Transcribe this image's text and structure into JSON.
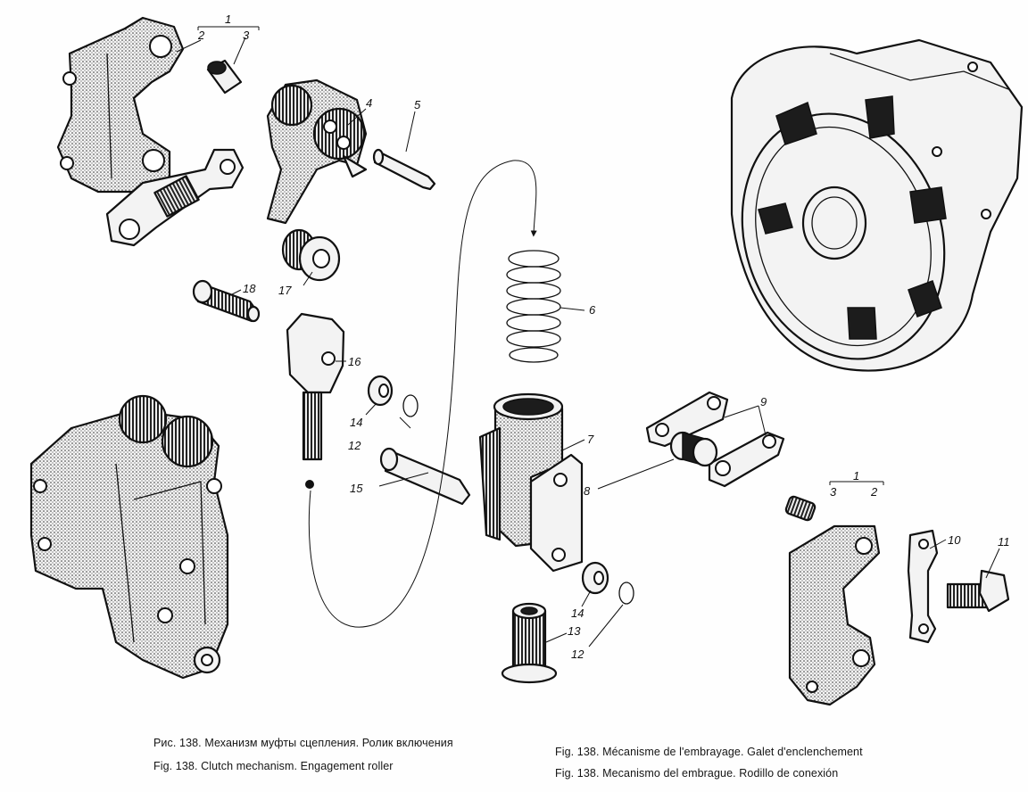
{
  "callouts": [
    {
      "id": "c1a",
      "text": "1"
    },
    {
      "id": "c2a",
      "text": "2"
    },
    {
      "id": "c3a",
      "text": "3"
    },
    {
      "id": "c4",
      "text": "4"
    },
    {
      "id": "c5",
      "text": "5"
    },
    {
      "id": "c6",
      "text": "6"
    },
    {
      "id": "c7",
      "text": "7"
    },
    {
      "id": "c8",
      "text": "8"
    },
    {
      "id": "c9",
      "text": "9"
    },
    {
      "id": "c10",
      "text": "10"
    },
    {
      "id": "c11",
      "text": "11"
    },
    {
      "id": "c12a",
      "text": "12"
    },
    {
      "id": "c12b",
      "text": "12"
    },
    {
      "id": "c13",
      "text": "13"
    },
    {
      "id": "c14a",
      "text": "14"
    },
    {
      "id": "c14b",
      "text": "14"
    },
    {
      "id": "c15",
      "text": "15"
    },
    {
      "id": "c16",
      "text": "16"
    },
    {
      "id": "c17",
      "text": "17"
    },
    {
      "id": "c18",
      "text": "18"
    },
    {
      "id": "c1b",
      "text": "1"
    },
    {
      "id": "c3b",
      "text": "3"
    },
    {
      "id": "c2b",
      "text": "2"
    }
  ],
  "captions": {
    "ru": "Рис. 138. Механизм муфты сцепления. Ролик включения",
    "en": "Fig. 138. Clutch mechanism. Engagement roller",
    "fr": "Fig. 138. Mécanisme de l'embrayage. Galet d'enclenchement",
    "es": "Fig. 138. Mecanismo del embrague. Rodillo de conexión"
  }
}
